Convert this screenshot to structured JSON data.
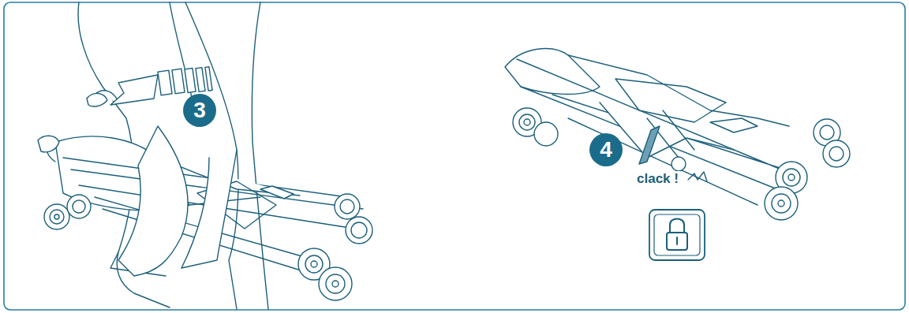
{
  "diagram": {
    "labels": [
      "3",
      "4",
      "clack !"
    ]
  }
}
